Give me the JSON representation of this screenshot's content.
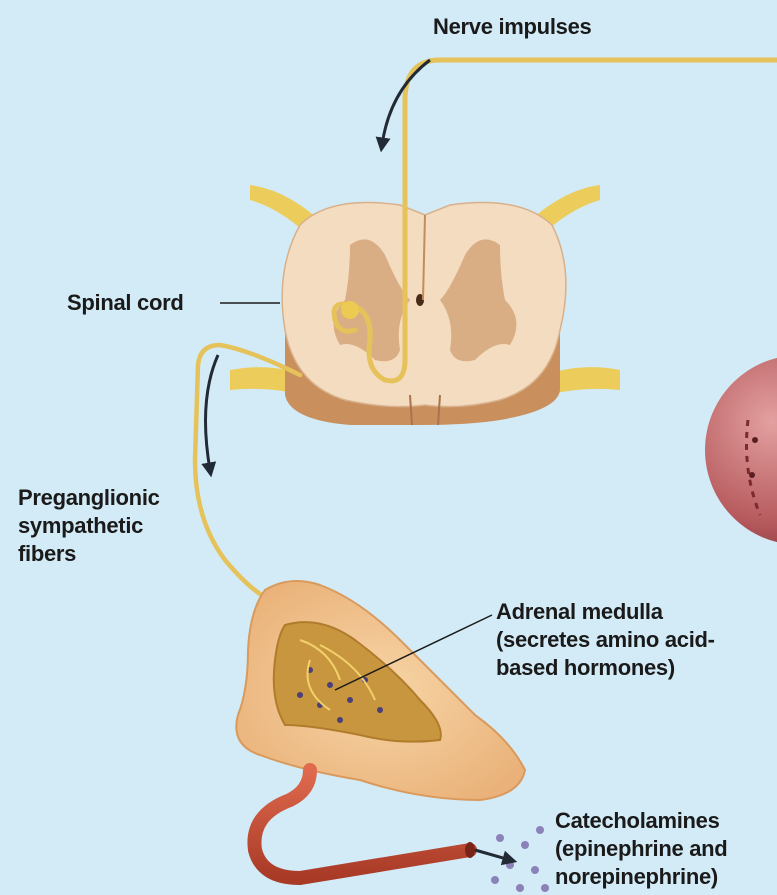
{
  "labels": {
    "nerve_impulses": "Nerve impulses",
    "spinal_cord": "Spinal cord",
    "preganglionic": [
      "Preganglionic",
      "sympathetic",
      "fibers"
    ],
    "adrenal_medulla": [
      "Adrenal medulla",
      "(secretes amino acid-",
      "based hormones)"
    ],
    "catecholamines": [
      "Catecholamines",
      "(epinephrine and",
      "norepinephrine)"
    ]
  },
  "colors": {
    "background": "#d3ebf7",
    "nerve_fiber": "#e6c25a",
    "spinal_white_matter": "#f4dcc0",
    "spinal_gray_matter": "#d9ae84",
    "adrenal_cortex": "#f1c590",
    "adrenal_medulla": "#c8963e",
    "blood_vessel": "#c84a32",
    "arrow": "#222a35",
    "target_cell": "#b75b5e"
  }
}
